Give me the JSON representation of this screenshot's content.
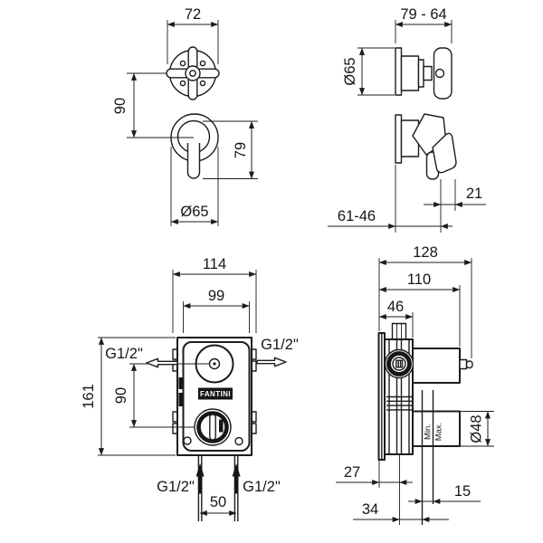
{
  "drawing": {
    "brand_logo": "FANTINI",
    "trim_front": {
      "handle_width": "72",
      "handle_spacing": "90",
      "lever_length": "79",
      "escutcheon_diameter": "Ø65"
    },
    "trim_side": {
      "projection_range": "79 - 64",
      "escutcheon_diameter": "Ø65",
      "lever_clearance": "21",
      "wall_distance_range": "61-46"
    },
    "rough_front": {
      "overall_width": "114",
      "body_width": "99",
      "overall_height": "161",
      "port_spacing": "90",
      "inlet_spacing": "50",
      "outlet_left_thread": "G1/2\"",
      "outlet_right_thread": "G1/2\"",
      "inlet_left_thread": "G1/2\"",
      "inlet_right_thread": "G1/2\""
    },
    "rough_side": {
      "overall_depth": "128",
      "cartridge_depth": "110",
      "body_depth": "46",
      "plate_recess": "27",
      "plaster_adjustment": "15",
      "body_to_min": "34",
      "cartridge_diameter": "Ø48",
      "min_label": "Min.",
      "max_label": "Max."
    }
  }
}
